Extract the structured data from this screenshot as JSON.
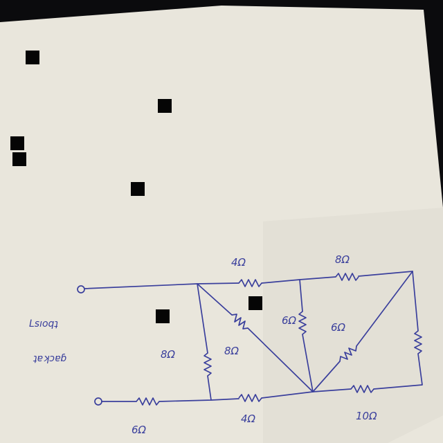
{
  "photo": {
    "paper_color": "#e9e6dc",
    "ink_color": "#3a3f9c",
    "background_color": "#0b0b0d"
  },
  "handwriting": {
    "note_line1": "Lsıoqʇ",
    "note_line2": "ʇɐʞɔɐɓ"
  },
  "resistor_labels": {
    "top_left": "4Ω",
    "top_right": "8Ω",
    "vertical_mid": "6Ω",
    "diag_right": "6Ω",
    "left_vertical": "8Ω",
    "diag_left": "8Ω",
    "bottom_right": "10Ω",
    "bottom_mid": "4Ω",
    "bottom_left": "6Ω"
  }
}
